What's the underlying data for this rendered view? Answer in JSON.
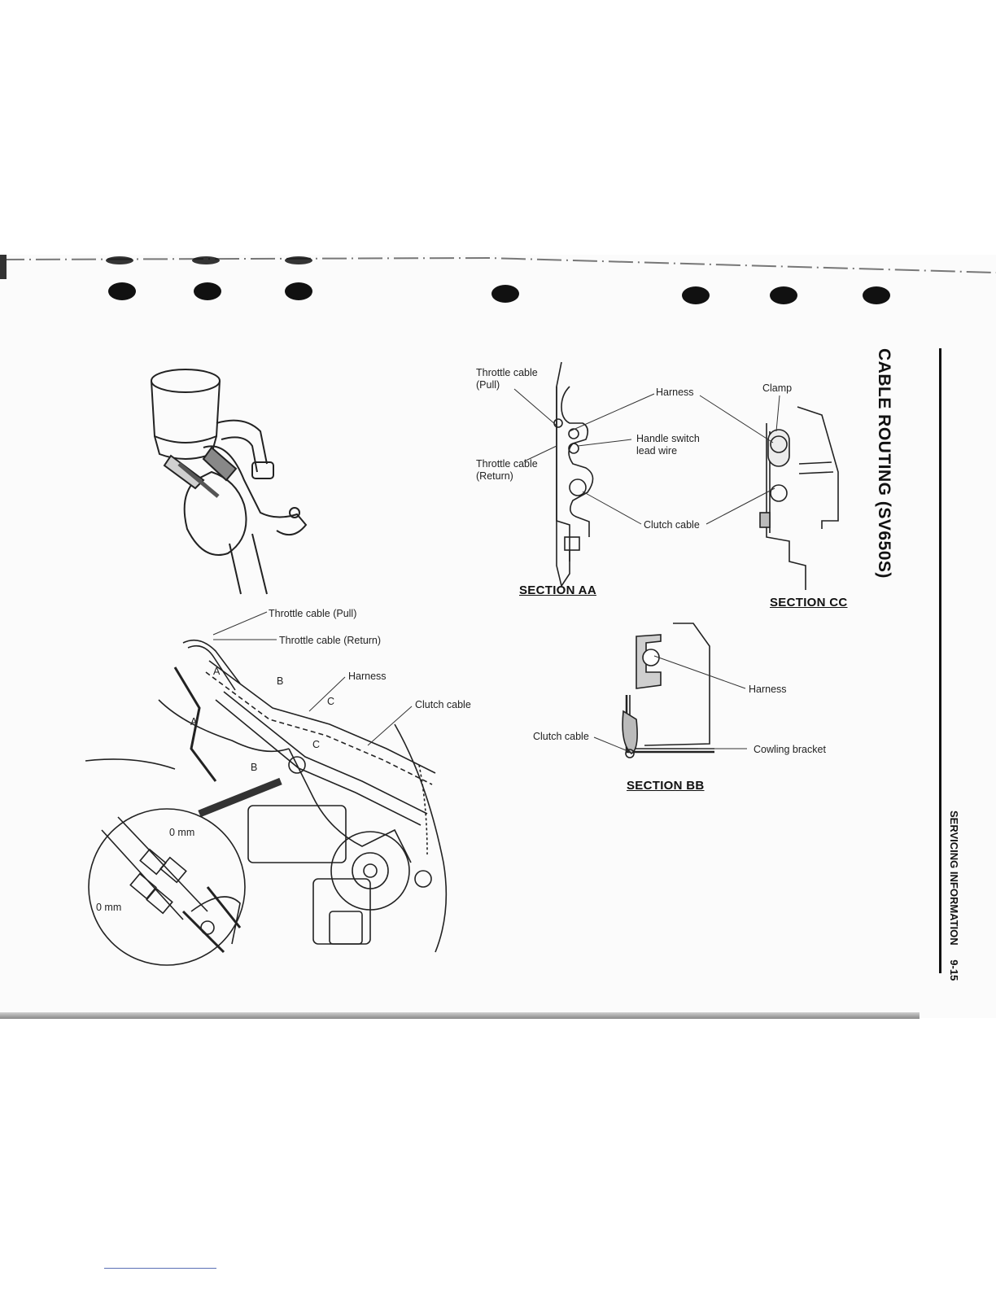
{
  "header": {
    "title": "CABLE ROUTING (SV650S)",
    "section_name": "SERVICING INFORMATION",
    "page_number": "9-15"
  },
  "sections": {
    "aa": {
      "title": "SECTION AA",
      "labels": {
        "throttle_pull": [
          "Throttle cable",
          "(Pull)"
        ],
        "throttle_return": [
          "Throttle cable",
          "(Return)"
        ],
        "harness": "Harness",
        "handle_switch": [
          "Handle switch",
          "lead wire"
        ],
        "clutch": "Clutch cable"
      }
    },
    "cc": {
      "title": "SECTION CC",
      "labels": {
        "clamp": "Clamp"
      }
    },
    "bb": {
      "title": "SECTION BB",
      "labels": {
        "harness": "Harness",
        "clutch": "Clutch cable",
        "bracket": "Cowling bracket"
      }
    }
  },
  "main_view": {
    "labels": {
      "throttle_pull": "Throttle cable (Pull)",
      "throttle_return": "Throttle cable (Return)",
      "harness": "Harness",
      "clutch": "Clutch cable"
    },
    "markers": {
      "a": "A",
      "b": "B",
      "c": "C"
    },
    "detail": {
      "gap_top": "0 mm",
      "gap_left": "0 mm"
    }
  }
}
